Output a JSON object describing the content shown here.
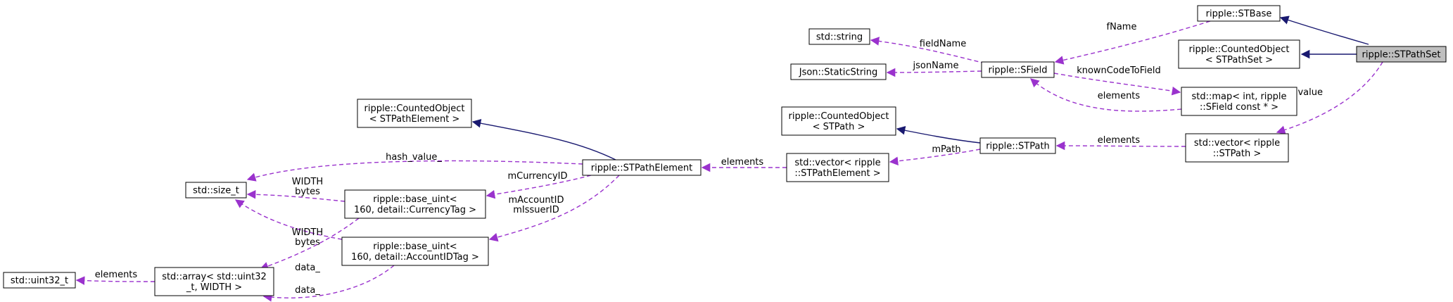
{
  "colors": {
    "inherit_edge": "#191970",
    "usage_edge": "#9a32cd",
    "node_fill": "#ffffff",
    "highlight_fill": "#bfbfbf",
    "border": "#000000"
  },
  "nodes": [
    {
      "id": "STPathSet",
      "lines": [
        "ripple::STPathSet"
      ],
      "highlight": true
    },
    {
      "id": "STBase",
      "lines": [
        "ripple::STBase"
      ]
    },
    {
      "id": "CountedSTPathSet",
      "lines": [
        "ripple::CountedObject",
        "< STPathSet >"
      ]
    },
    {
      "id": "vectorSTPath",
      "lines": [
        "std::vector< ripple",
        "::STPath >"
      ]
    },
    {
      "id": "SField",
      "lines": [
        "ripple::SField"
      ]
    },
    {
      "id": "mapSField",
      "lines": [
        "std::map< int, ripple",
        "::SField const * >"
      ]
    },
    {
      "id": "stdstring",
      "lines": [
        "std::string"
      ]
    },
    {
      "id": "JsonStaticString",
      "lines": [
        "Json::StaticString"
      ]
    },
    {
      "id": "STPath",
      "lines": [
        "ripple::STPath"
      ]
    },
    {
      "id": "CountedSTPath",
      "lines": [
        "ripple::CountedObject",
        "< STPath >"
      ]
    },
    {
      "id": "vectorSTPathElement",
      "lines": [
        "std::vector< ripple",
        "::STPathElement >"
      ]
    },
    {
      "id": "STPathElement",
      "lines": [
        "ripple::STPathElement"
      ]
    },
    {
      "id": "CountedSTPathElement",
      "lines": [
        "ripple::CountedObject",
        "< STPathElement >"
      ]
    },
    {
      "id": "sizet",
      "lines": [
        "std::size_t"
      ]
    },
    {
      "id": "baseuintCurrency",
      "lines": [
        "ripple::base_uint<",
        "160, detail::CurrencyTag >"
      ]
    },
    {
      "id": "baseuintAccount",
      "lines": [
        "ripple::base_uint<",
        "160, detail::AccountIDTag >"
      ]
    },
    {
      "id": "arrayuint32",
      "lines": [
        "std::array< std::uint32",
        "_t, WIDTH >"
      ]
    },
    {
      "id": "uint32",
      "lines": [
        "std::uint32_t"
      ]
    }
  ],
  "edges": [
    {
      "from": "STPathSet",
      "to": "STBase",
      "kind": "inherit",
      "labels": []
    },
    {
      "from": "STPathSet",
      "to": "CountedSTPathSet",
      "kind": "inherit",
      "labels": []
    },
    {
      "from": "STPathSet",
      "to": "vectorSTPath",
      "kind": "usage",
      "labels": [
        "value"
      ]
    },
    {
      "from": "STBase",
      "to": "SField",
      "kind": "usage",
      "labels": [
        "fName"
      ]
    },
    {
      "from": "SField",
      "to": "stdstring",
      "kind": "usage",
      "labels": [
        "fieldName"
      ]
    },
    {
      "from": "SField",
      "to": "JsonStaticString",
      "kind": "usage",
      "labels": [
        "jsonName"
      ]
    },
    {
      "from": "SField",
      "to": "mapSField",
      "kind": "usage",
      "labels": [
        "knownCodeToField"
      ]
    },
    {
      "from": "mapSField",
      "to": "SField",
      "kind": "usage",
      "labels": [
        "elements"
      ]
    },
    {
      "from": "vectorSTPath",
      "to": "STPath",
      "kind": "usage",
      "labels": [
        "elements"
      ]
    },
    {
      "from": "STPath",
      "to": "CountedSTPath",
      "kind": "inherit",
      "labels": []
    },
    {
      "from": "STPath",
      "to": "vectorSTPathElement",
      "kind": "usage",
      "labels": [
        "mPath"
      ]
    },
    {
      "from": "vectorSTPathElement",
      "to": "STPathElement",
      "kind": "usage",
      "labels": [
        "elements"
      ]
    },
    {
      "from": "STPathElement",
      "to": "CountedSTPathElement",
      "kind": "inherit",
      "labels": []
    },
    {
      "from": "STPathElement",
      "to": "sizet",
      "kind": "usage",
      "labels": [
        "hash_value_"
      ]
    },
    {
      "from": "STPathElement",
      "to": "baseuintCurrency",
      "kind": "usage",
      "labels": [
        "mCurrencyID"
      ]
    },
    {
      "from": "STPathElement",
      "to": "baseuintAccount",
      "kind": "usage",
      "labels": [
        "mAccountID",
        "mIssuerID"
      ]
    },
    {
      "from": "baseuintCurrency",
      "to": "sizet",
      "kind": "usage",
      "labels": [
        "WIDTH",
        "bytes"
      ]
    },
    {
      "from": "baseuintAccount",
      "to": "sizet",
      "kind": "usage",
      "labels": [
        "WIDTH",
        "bytes"
      ]
    },
    {
      "from": "baseuintCurrency",
      "to": "arrayuint32",
      "kind": "usage",
      "labels": [
        "data_"
      ]
    },
    {
      "from": "baseuintAccount",
      "to": "arrayuint32",
      "kind": "usage",
      "labels": [
        "data_"
      ]
    },
    {
      "from": "arrayuint32",
      "to": "uint32",
      "kind": "usage",
      "labels": [
        "elements"
      ]
    }
  ]
}
